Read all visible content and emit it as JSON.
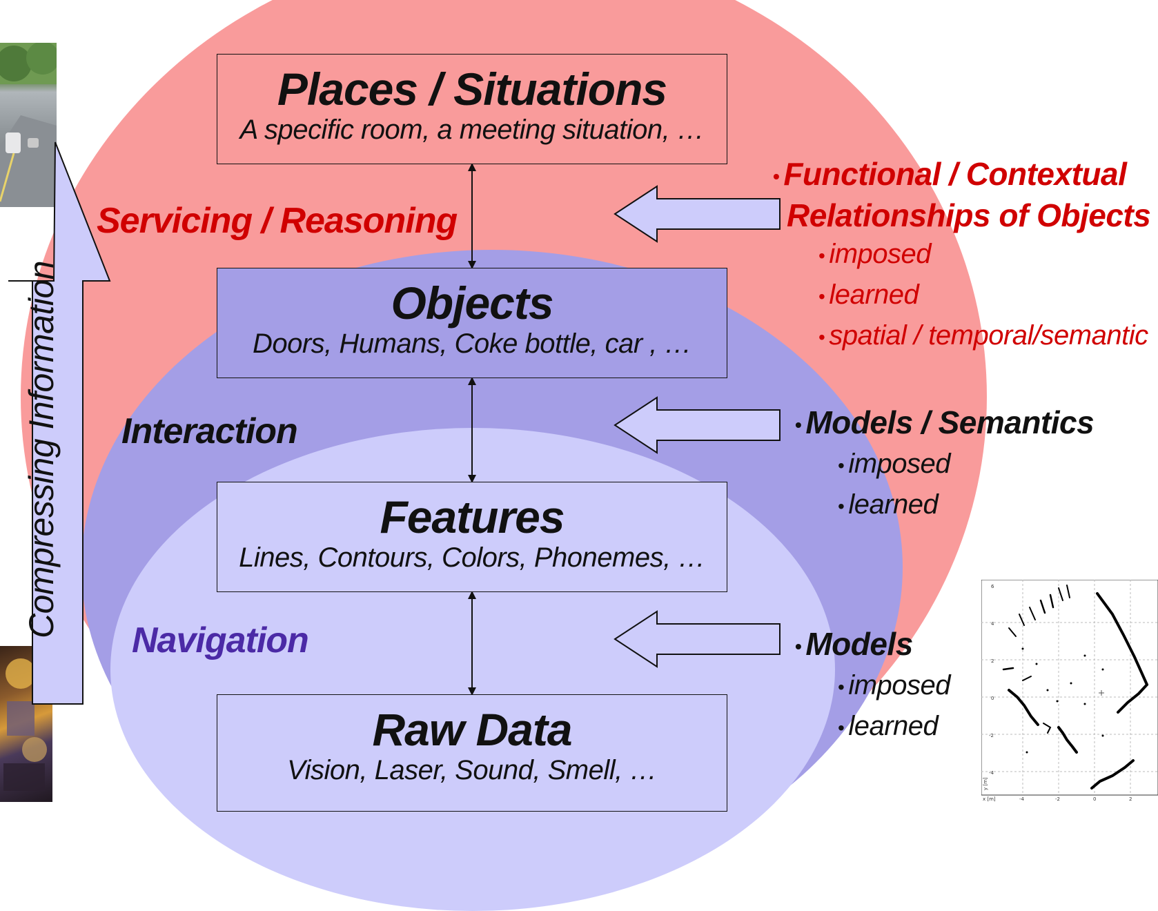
{
  "levels": {
    "places": {
      "title": "Places / Situations",
      "desc": "A specific room, a meeting situation,  …"
    },
    "objects": {
      "title": "Objects",
      "desc": "Doors, Humans, Coke bottle, car , …"
    },
    "features": {
      "title": "Features",
      "desc": "Lines, Contours, Colors, Phonemes, …"
    },
    "raw": {
      "title": "Raw Data",
      "desc": "Vision, Laser, Sound, Smell, …"
    }
  },
  "side_labels": {
    "servicing": "Servicing / Reasoning",
    "interaction": "Interaction",
    "navigation": "Navigation"
  },
  "vertical_arrow_label": "Compressing Information",
  "knowledge": {
    "functional": {
      "heading_line1": "Functional / Contextual",
      "heading_line2": "Relationships of Objects",
      "items": [
        "imposed",
        "learned",
        "spatial / temporal/semantic"
      ]
    },
    "models_semantics": {
      "heading": "Models / Semantics",
      "items": [
        "imposed",
        "learned"
      ]
    },
    "models": {
      "heading": "Models",
      "items": [
        "imposed",
        "learned"
      ]
    }
  },
  "laser_map": {
    "y_ticks": [
      "6",
      "4",
      "2",
      "0",
      "-2",
      "-4"
    ],
    "x_ticks": [
      "-4",
      "-2",
      "0",
      "2"
    ],
    "axis_label_y": "y [m]",
    "axis_label_x": "x [m]"
  },
  "colors": {
    "outer_ellipse": "#f99b9b",
    "middle_ellipse": "#a49ee6",
    "inner_ellipse": "#cdccfb",
    "reasoning_red": "#d00000",
    "navigation_purple": "#4b2aa6",
    "arrow_fill": "#cdccfb"
  },
  "icons": [
    "up-arrow-icon",
    "left-arrow-icon",
    "double-arrow-icon"
  ]
}
